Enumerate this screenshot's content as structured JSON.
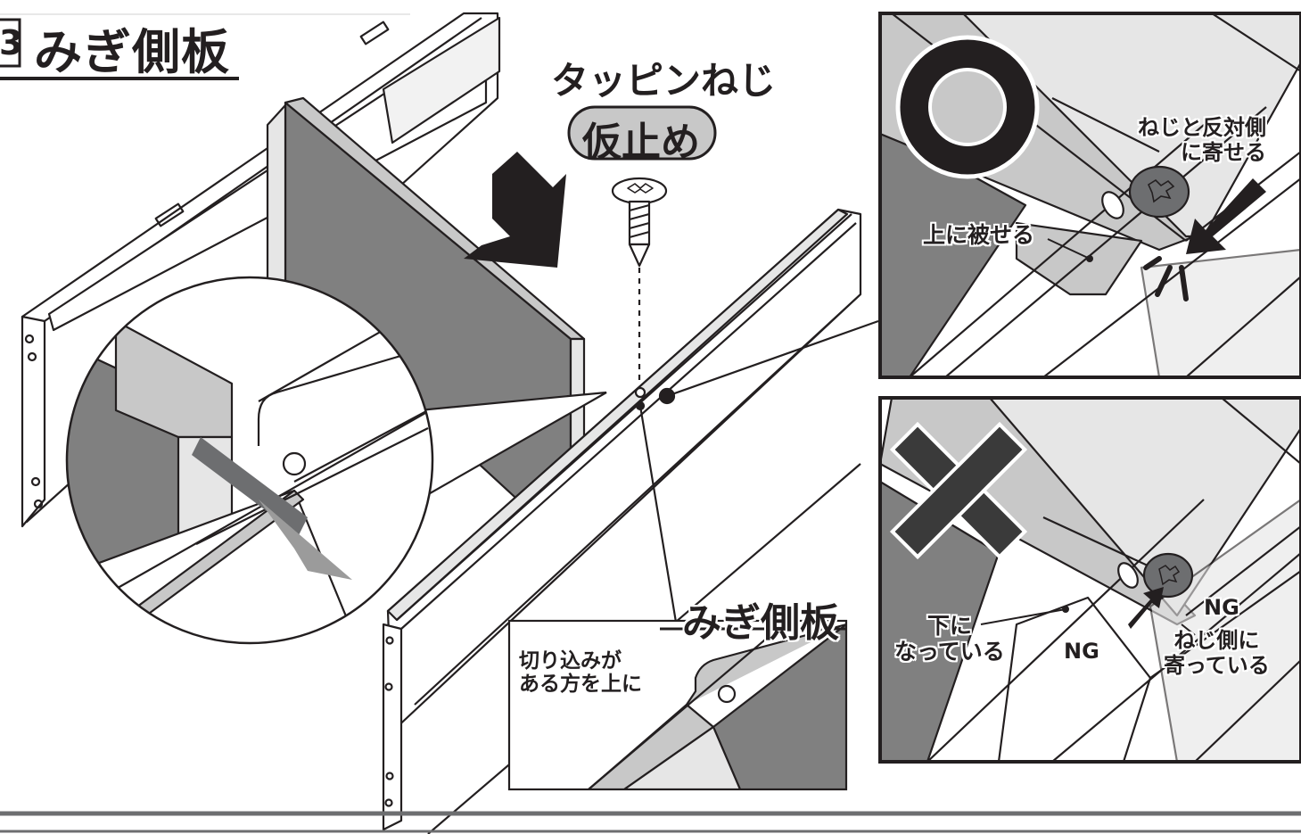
{
  "step": {
    "number": "3",
    "title": "みぎ側板"
  },
  "screw": {
    "name": "タッピンねじ",
    "badge": "仮止め"
  },
  "part_label": "みぎ側板",
  "note": {
    "line1": "切り込みが",
    "line2": "ある方を上に"
  },
  "good_panel": {
    "symbol": "ok-circle",
    "overlay_label": "上に被せる",
    "push_line1": "ねじと反対側",
    "push_line2": "に寄せる"
  },
  "bad_panel": {
    "symbol": "ng-cross",
    "under_line1": "下に",
    "under_line2": "なっている",
    "ng_left": "NG",
    "ng_right": "NG",
    "screwside_line1": "ねじ側に",
    "screwside_line2": "寄っている"
  },
  "colors": {
    "ink": "#231f20",
    "panel_gray": "#808080",
    "light_gray": "#c8c8c8",
    "pale_gray": "#e6e6e6",
    "screw_head": "#6d6e70"
  }
}
